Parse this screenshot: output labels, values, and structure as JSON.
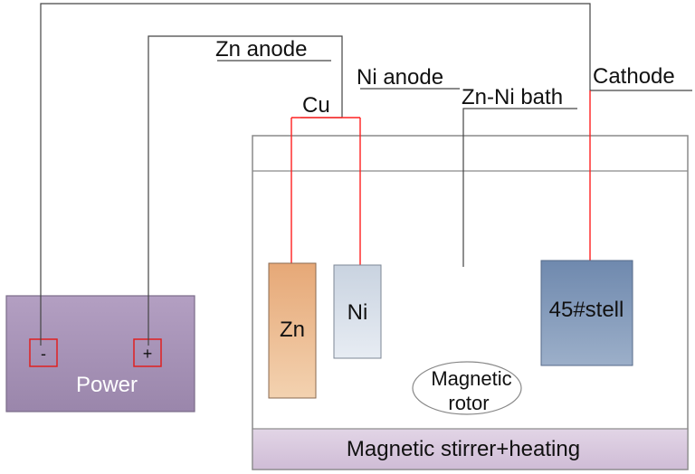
{
  "labels": {
    "zn_anode": "Zn anode",
    "cu": "Cu",
    "ni_anode": "Ni anode",
    "bath": "Zn-Ni bath",
    "cathode": "Cathode"
  },
  "power": {
    "label": "Power",
    "negative": "-",
    "positive": "+"
  },
  "electrodes": {
    "zn": "Zn",
    "ni": "Ni",
    "cathode_plate": "45#stell"
  },
  "rotor": {
    "line1": "Magnetic",
    "line2": "rotor"
  },
  "stirrer": {
    "label": "Magnetic stirrer+heating"
  },
  "colors": {
    "wire": "#444444",
    "lead": "#ff2020",
    "power_fill": "#a48fb4",
    "zn_fill": "#eab585",
    "ni_fill": "#d8e0ea",
    "cathode_fill": "#7f97b8",
    "stirrer_fill": "#d9c8de"
  }
}
